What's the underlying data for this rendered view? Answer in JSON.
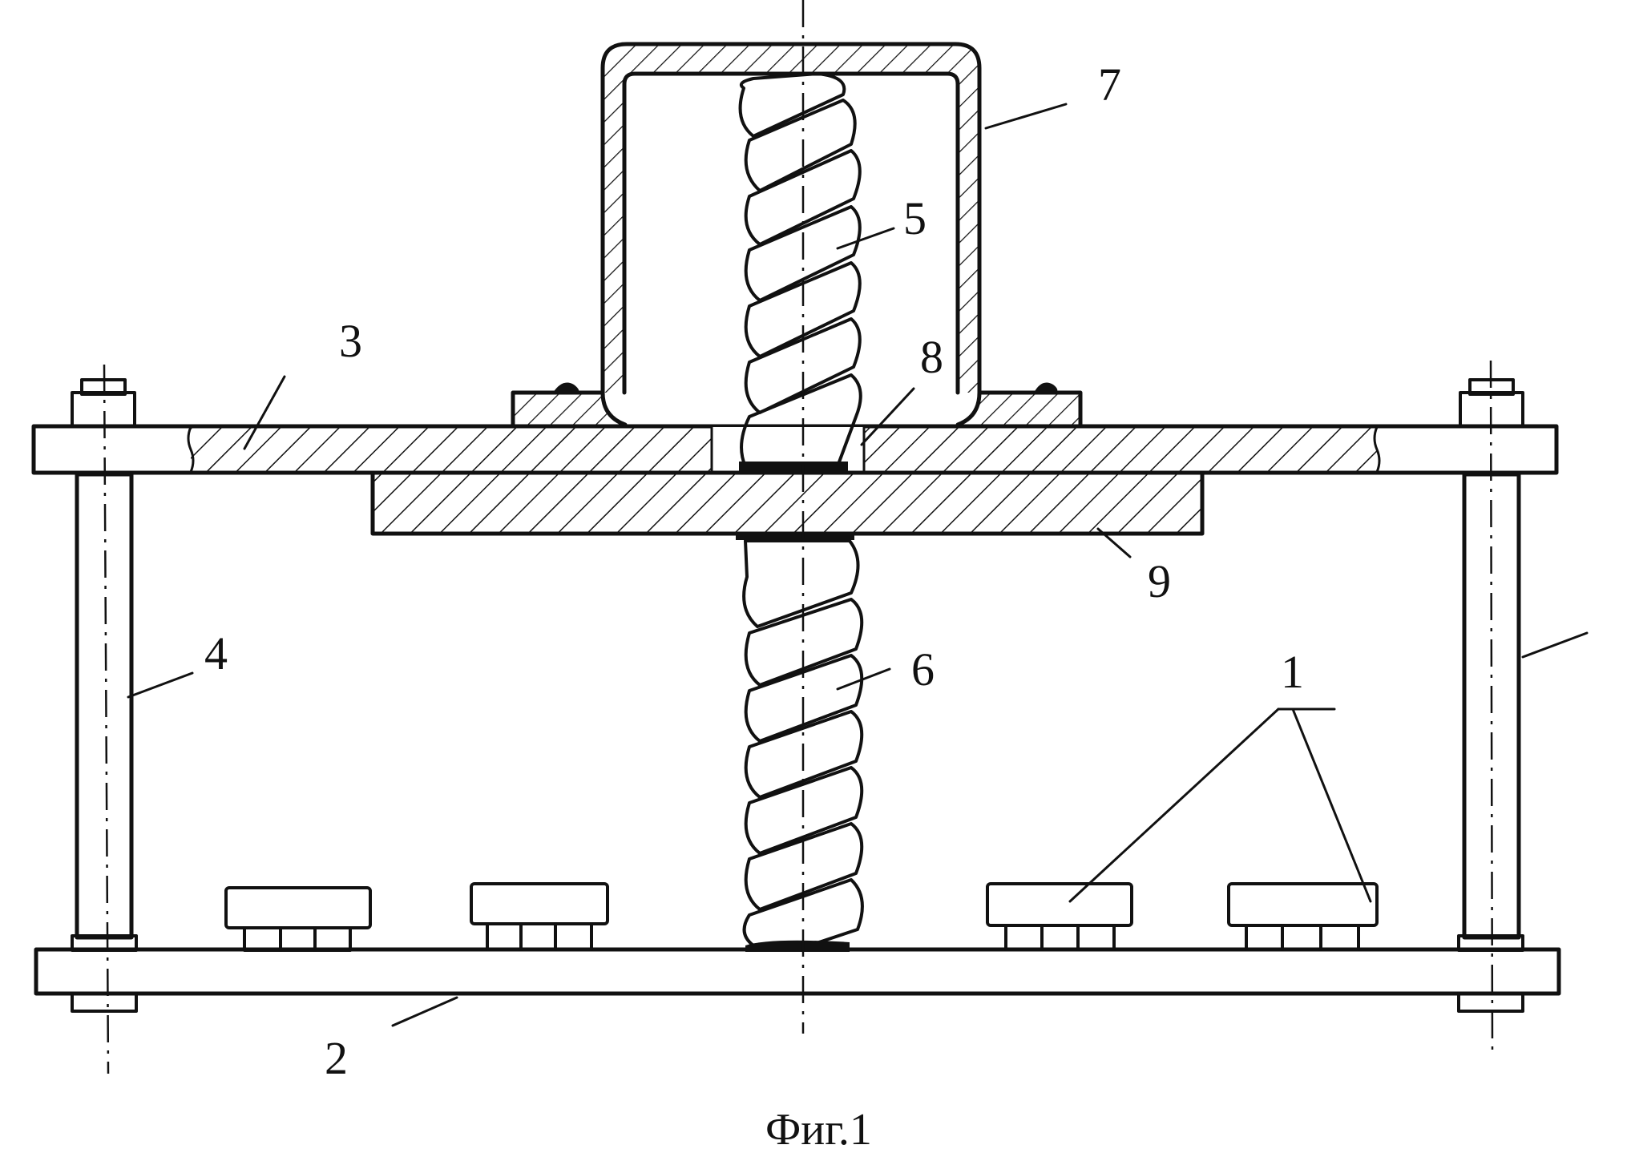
{
  "figure": {
    "caption": "Фиг.1",
    "labels": {
      "item_1": "1",
      "item_2": "2",
      "item_3": "3",
      "item_4": "4",
      "item_5": "5",
      "item_6": "6",
      "item_7": "7",
      "item_8": "8",
      "item_9": "9"
    }
  }
}
